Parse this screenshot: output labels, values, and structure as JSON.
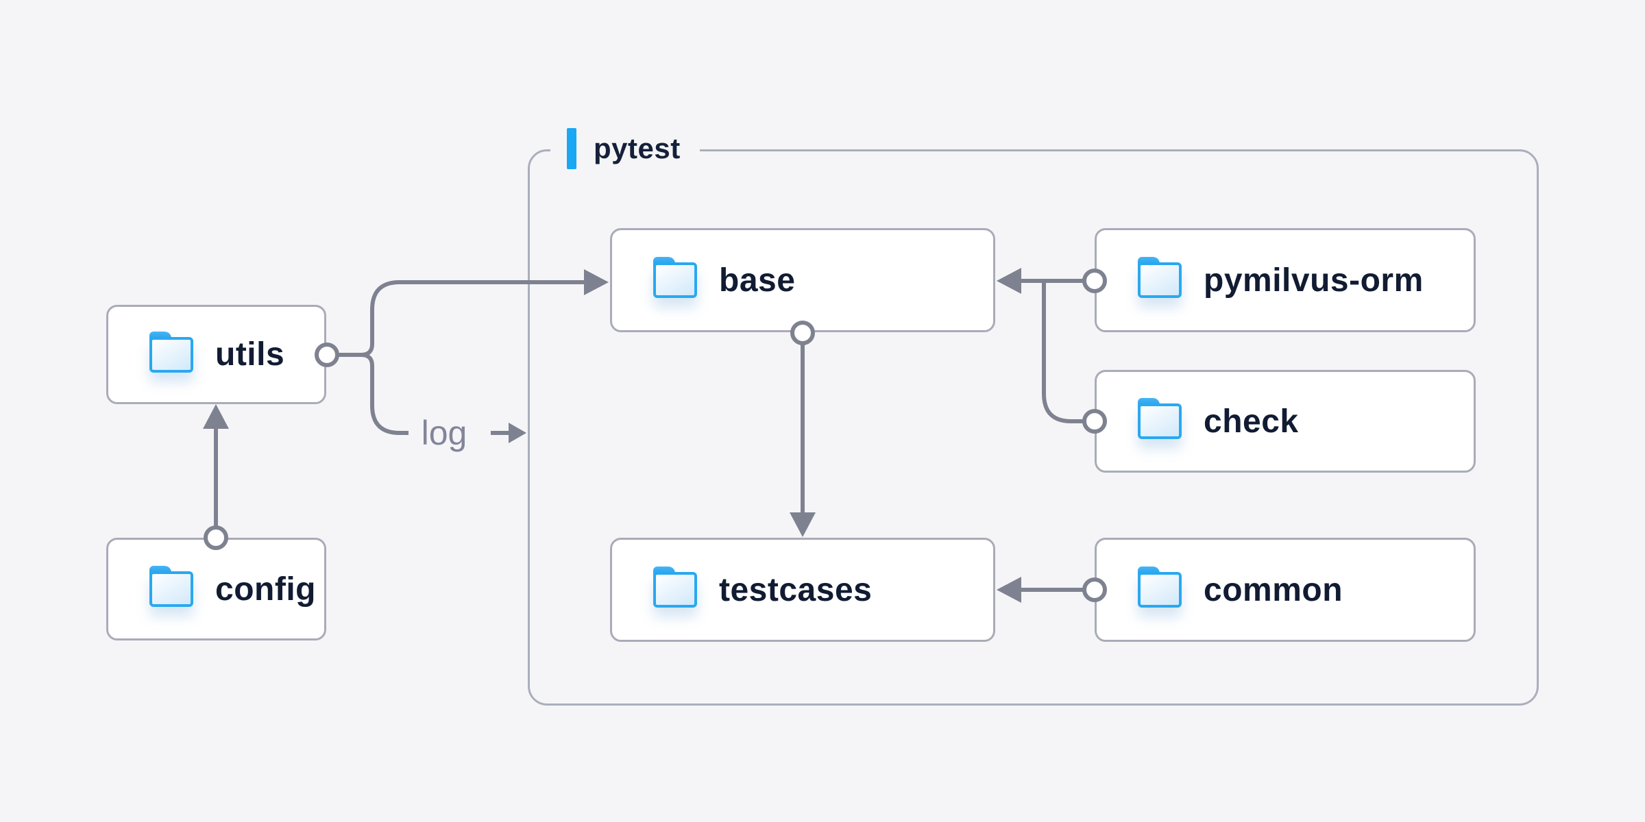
{
  "diagram": {
    "title": "",
    "group": {
      "label": "pytest"
    },
    "nodes": [
      {
        "id": "utils",
        "label": "utils",
        "icon": "folder-icon"
      },
      {
        "id": "config",
        "label": "config",
        "icon": "folder-icon"
      },
      {
        "id": "base",
        "label": "base",
        "icon": "folder-icon",
        "group": "pytest"
      },
      {
        "id": "pymilvus-orm",
        "label": "pymilvus-orm",
        "icon": "folder-icon",
        "group": "pytest"
      },
      {
        "id": "check",
        "label": "check",
        "icon": "folder-icon",
        "group": "pytest"
      },
      {
        "id": "testcases",
        "label": "testcases",
        "icon": "folder-icon",
        "group": "pytest"
      },
      {
        "id": "common",
        "label": "common",
        "icon": "folder-icon",
        "group": "pytest"
      }
    ],
    "edges": [
      {
        "from": "config",
        "to": "utils",
        "label": ""
      },
      {
        "from": "utils",
        "to": "base",
        "label": ""
      },
      {
        "from": "utils",
        "to": "pytest-group",
        "label": "log"
      },
      {
        "from": "base",
        "to": "testcases",
        "label": ""
      },
      {
        "from": "pymilvus-orm",
        "to": "base",
        "label": ""
      },
      {
        "from": "check",
        "to": "base",
        "label": ""
      },
      {
        "from": "common",
        "to": "testcases",
        "label": ""
      }
    ],
    "colors": {
      "background": "#f5f5f7",
      "node_background": "#ffffff",
      "node_border": "#a9abb8",
      "group_border": "#abaebb",
      "accent_blue": "#1aa7f3",
      "folder_blue": "#2aa8f0",
      "connector_gray": "#7e8290",
      "text_dark": "#111c33",
      "text_gray": "#82859a"
    }
  }
}
